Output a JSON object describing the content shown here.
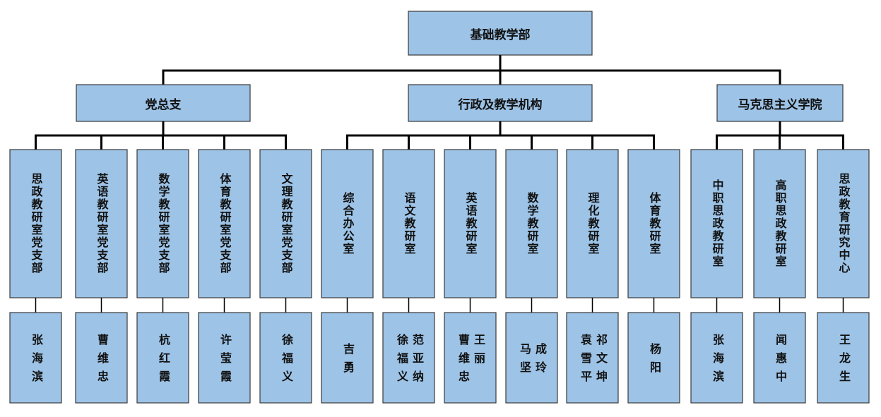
{
  "root": {
    "label": "基础教学部"
  },
  "branches": [
    {
      "label": "党总支",
      "units": [
        {
          "label": "思政教研室党支部",
          "people": [
            "张海滨"
          ]
        },
        {
          "label": "英语教研室党支部",
          "people": [
            "曹维忠"
          ]
        },
        {
          "label": "数学教研室党支部",
          "people": [
            "杭红霞"
          ]
        },
        {
          "label": "体育教研室党支部",
          "people": [
            "许莹霞"
          ]
        },
        {
          "label": "文理教研室党支部",
          "people": [
            "徐福义"
          ]
        }
      ]
    },
    {
      "label": "行政及教学机构",
      "units": [
        {
          "label": "综合办公室",
          "people": [
            "吉勇"
          ]
        },
        {
          "label": "语文教研室",
          "people": [
            "徐福义",
            "范亚纳"
          ]
        },
        {
          "label": "英语教研室",
          "people": [
            "曹维忠",
            "王丽"
          ]
        },
        {
          "label": "数学教研室",
          "people": [
            "马坚",
            "成玲"
          ]
        },
        {
          "label": "理化教研室",
          "people": [
            "袁雪平",
            "祁文坤"
          ]
        },
        {
          "label": "体育教研室",
          "people": [
            "杨阳"
          ]
        }
      ]
    },
    {
      "label": "马克思主义学院",
      "units": [
        {
          "label": "中职思政教研室",
          "people": [
            "张海滨"
          ]
        },
        {
          "label": "高职思政教研室",
          "people": [
            "闻惠中"
          ]
        },
        {
          "label": "思政教育研究中心",
          "people": [
            "王龙生"
          ]
        }
      ]
    }
  ]
}
